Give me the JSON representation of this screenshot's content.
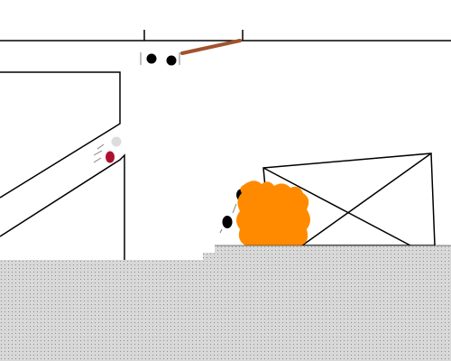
{
  "game": {
    "colors": {
      "background": "#ffffff",
      "line": "#000000",
      "ground_fill": "#d8d8d8",
      "ground_dot": "#8c8c8c",
      "stick": "#a0522d",
      "fire": "#ff8a00",
      "red_ball": "#b01030",
      "grey_ball": "#dcdcdc",
      "wheel": "#000000"
    },
    "sprites": [
      {
        "name": "stick-cart-sprite",
        "icon": "wheeled-stick-cart"
      },
      {
        "name": "rolling-red-ball-sprite",
        "icon": "red-ball-with-motion-lines"
      },
      {
        "name": "grey-ball-sprite",
        "icon": "grey-ball"
      },
      {
        "name": "fire-blob-sprite",
        "icon": "orange-flame-blob"
      },
      {
        "name": "rock-pair-sprite",
        "icon": "two-black-rocks"
      }
    ],
    "structures": [
      {
        "name": "top-rail",
        "icon": "horizontal-track"
      },
      {
        "name": "left-ramp",
        "icon": "diagonal-ramp"
      },
      {
        "name": "crossed-crate",
        "icon": "x-braced-box"
      },
      {
        "name": "ground-floor",
        "icon": "dotted-ground"
      }
    ]
  }
}
